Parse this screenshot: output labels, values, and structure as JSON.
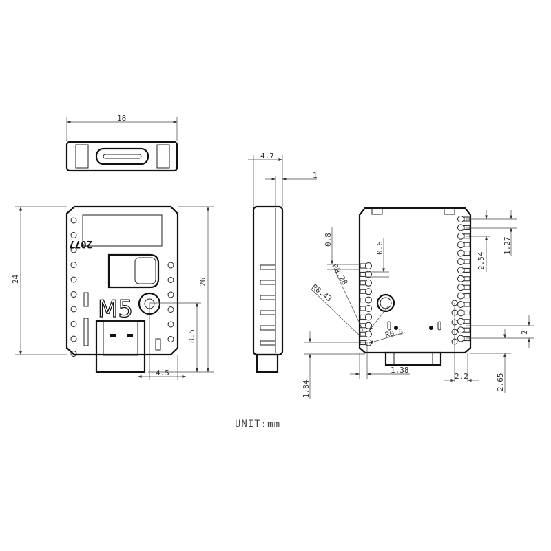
{
  "dimensions": {
    "top_width": "18",
    "front_height": "24",
    "front_height_with_usb": "26",
    "button_height": "8.5",
    "button_offset": "4.5",
    "side_thickness": "4.7",
    "side_step": "1",
    "pad_w1": "0.8",
    "pad_w2": "0.6",
    "radius_small": "R0.28",
    "radius_pad": "R0.43",
    "radius_hole": "R0.5",
    "pitch_half": "1.27",
    "pitch": "2.54",
    "row_gap": "2",
    "bottom_offset": "1.84",
    "pad_offset": "1.38",
    "pad_inset": "2.2",
    "bottom_gap": "2.65"
  },
  "board": {
    "logo": "M5",
    "chip_marking": "2077"
  },
  "footer": {
    "unit": "UNIT:mm"
  }
}
